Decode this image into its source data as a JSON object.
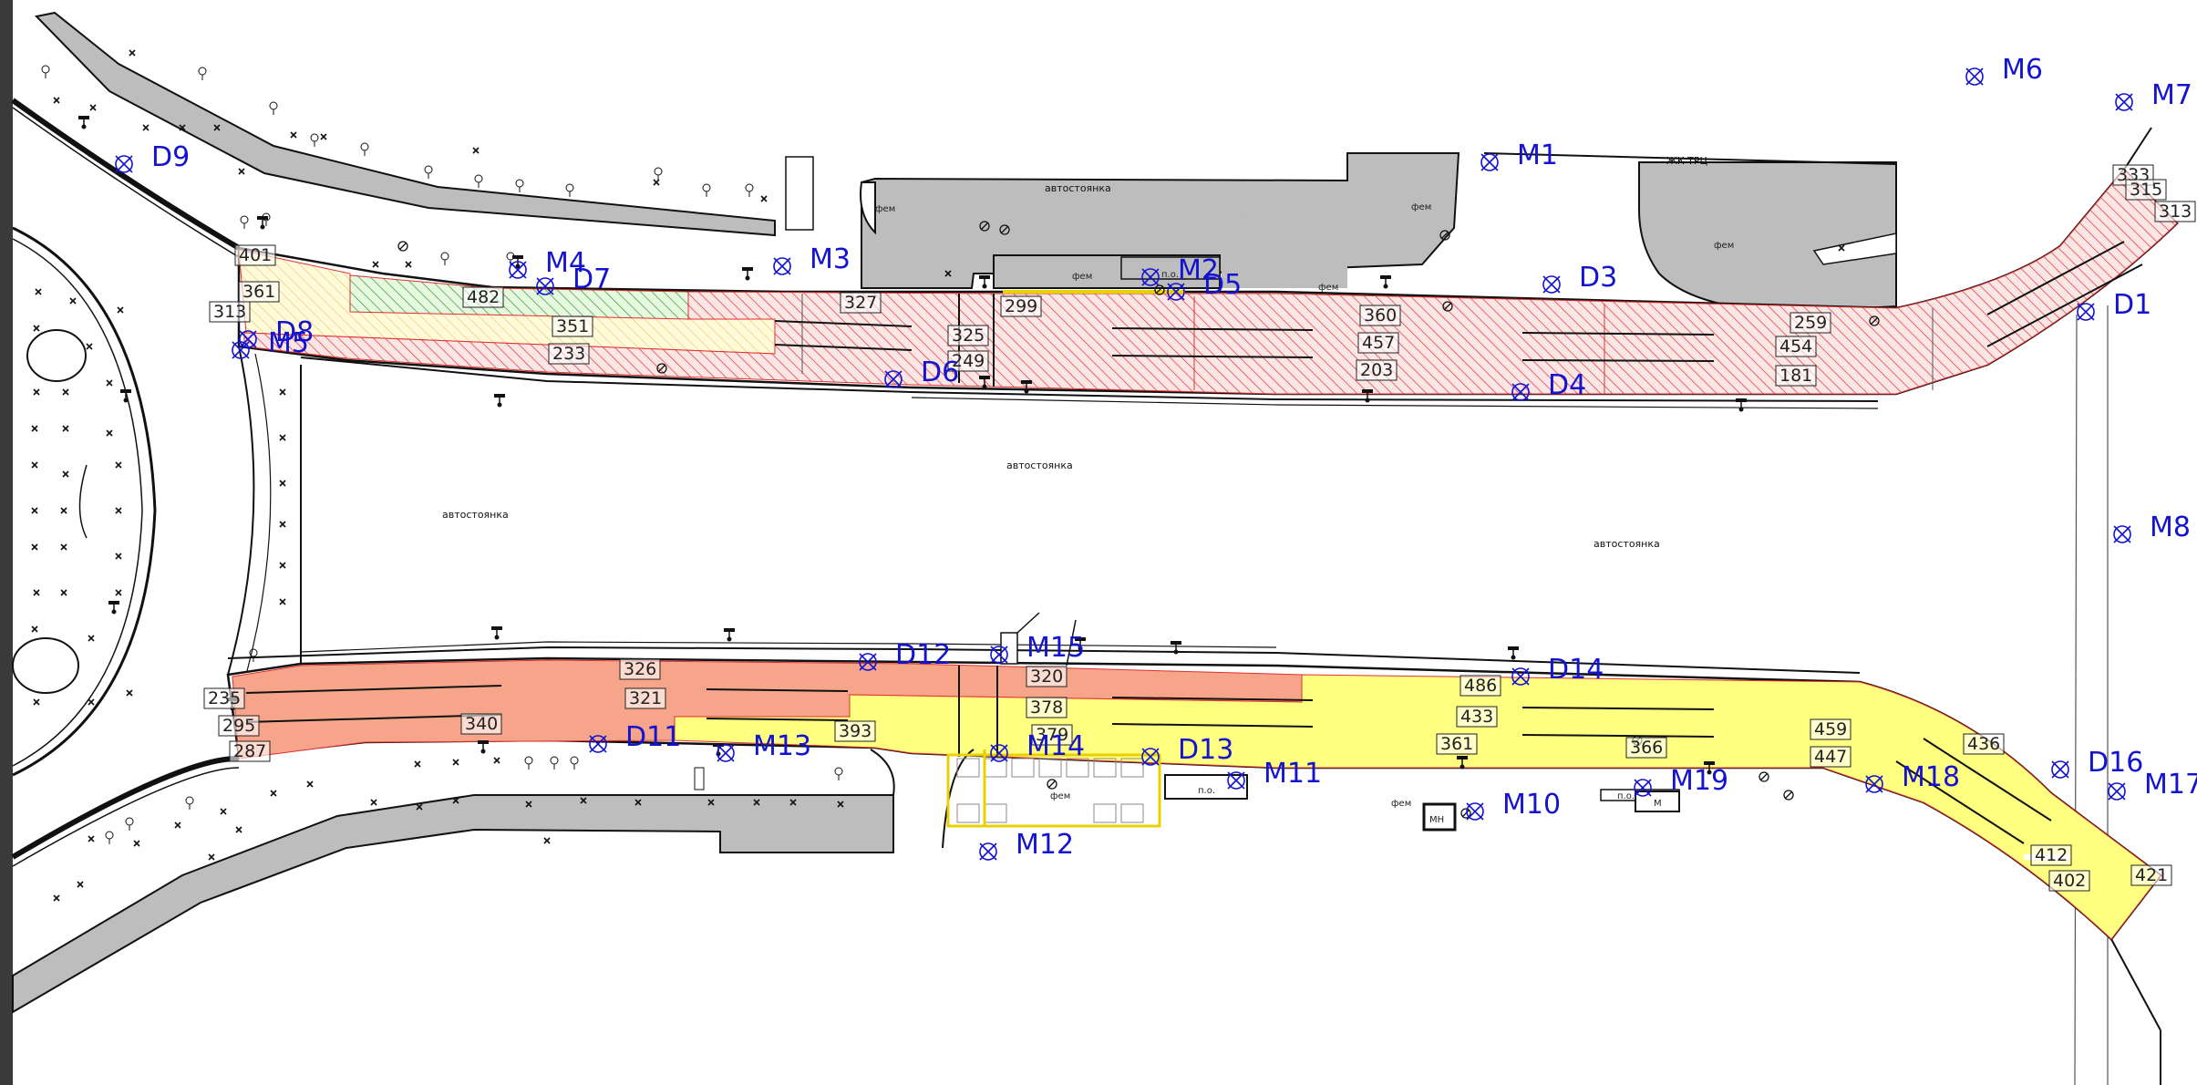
{
  "colors": {
    "blue": "#1414d0",
    "red_hatch": "#e03030",
    "red_fill": "#f7a58a",
    "yellow_fill": "#ffff80",
    "green_hatch": "#2aa02a",
    "gray": "#bdbdbd",
    "dark": "#111111"
  },
  "area_labels": {
    "parking_left": "автостоянка",
    "parking_center": "автостоянка",
    "parking_right": "автостоянка",
    "parking_top": "автостоянка",
    "mall": "ЖК ТРЦ",
    "fem1": "фем",
    "fem2": "фем",
    "fem3": "фем",
    "fem4": "фем",
    "fem5": "фем",
    "fem6": "фем",
    "fem7": "фем",
    "po1": "п.о.",
    "po2": "п.о.",
    "po3": "п.о.",
    "mn": "МН",
    "m": "М"
  },
  "markers": [
    {
      "id": "M1",
      "label": "M1"
    },
    {
      "id": "M2",
      "label": "M2"
    },
    {
      "id": "M3",
      "label": "M3"
    },
    {
      "id": "M4",
      "label": "M4"
    },
    {
      "id": "M5",
      "label": "M5"
    },
    {
      "id": "M6",
      "label": "M6"
    },
    {
      "id": "M7",
      "label": "M7"
    },
    {
      "id": "M8",
      "label": "M8"
    },
    {
      "id": "M10",
      "label": "M10"
    },
    {
      "id": "M11",
      "label": "M11"
    },
    {
      "id": "M12",
      "label": "M12"
    },
    {
      "id": "M13",
      "label": "M13"
    },
    {
      "id": "M14",
      "label": "M14"
    },
    {
      "id": "M15",
      "label": "M15"
    },
    {
      "id": "M17",
      "label": "M17"
    },
    {
      "id": "M18",
      "label": "M18"
    },
    {
      "id": "M19",
      "label": "M19"
    },
    {
      "id": "D1",
      "label": "D1"
    },
    {
      "id": "D3",
      "label": "D3"
    },
    {
      "id": "D4",
      "label": "D4"
    },
    {
      "id": "D5",
      "label": "D5"
    },
    {
      "id": "D6",
      "label": "D6"
    },
    {
      "id": "D7",
      "label": "D7"
    },
    {
      "id": "D8",
      "label": "D8"
    },
    {
      "id": "D9",
      "label": "D9"
    },
    {
      "id": "D11",
      "label": "D11"
    },
    {
      "id": "D12",
      "label": "D12"
    },
    {
      "id": "D13",
      "label": "D13"
    },
    {
      "id": "D14",
      "label": "D14"
    },
    {
      "id": "D16",
      "label": "D16"
    }
  ],
  "values": {
    "v401": "401",
    "v361a": "361",
    "v313a": "313",
    "v482": "482",
    "v351": "351",
    "v233": "233",
    "v327": "327",
    "v325": "325",
    "v249": "249",
    "v299": "299",
    "v360": "360",
    "v457": "457",
    "v203": "203",
    "v259": "259",
    "v454": "454",
    "v181": "181",
    "v333": "333",
    "v315": "315",
    "v313b": "313",
    "v235": "235",
    "v295": "295",
    "v287": "287",
    "v326": "326",
    "v321": "321",
    "v340": "340",
    "v393": "393",
    "v320": "320",
    "v378": "378",
    "v379": "379",
    "v486": "486",
    "v433": "433",
    "v361b": "361",
    "v366": "366",
    "v459": "459",
    "v447": "447",
    "v436": "436",
    "v412": "412",
    "v402": "402",
    "v421": "421"
  }
}
